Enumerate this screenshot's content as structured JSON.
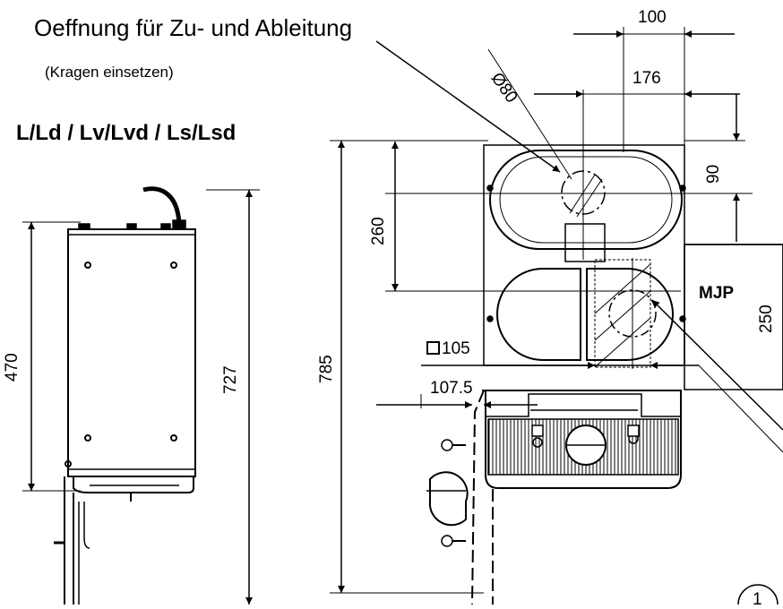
{
  "header": {
    "title": "Oeffnung für Zu- und Ableitung",
    "note": "(Kragen einsetzen)",
    "model": "L/Ld / Lv/Lvd / Ls/Lsd"
  },
  "dimensions": {
    "d100": "100",
    "d80": "Ø80",
    "d176": "176",
    "d90": "90",
    "d260": "260",
    "d250": "250",
    "d105": "105",
    "d107_5": "107.5",
    "d785": "785",
    "d470": "470",
    "d727": "727"
  },
  "labels": {
    "mjp": "MJP",
    "callout": "1"
  }
}
